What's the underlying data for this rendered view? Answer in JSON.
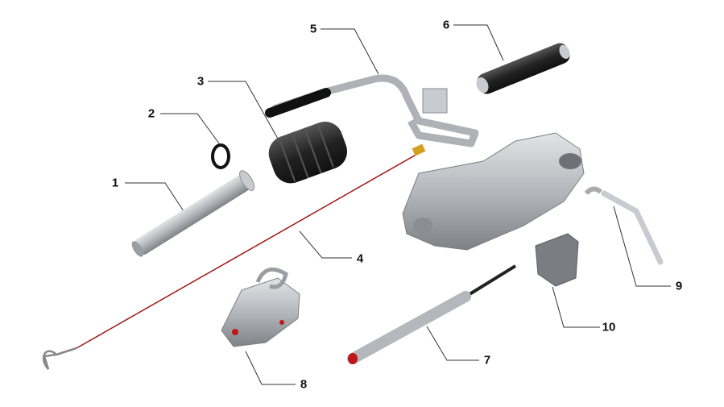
{
  "diagram": {
    "callouts": [
      {
        "label": "1",
        "part": "pin"
      },
      {
        "label": "2",
        "part": "o-ring"
      },
      {
        "label": "3",
        "part": "bellows"
      },
      {
        "label": "4",
        "part": "breakaway-cable"
      },
      {
        "label": "5",
        "part": "handbrake-lever"
      },
      {
        "label": "6",
        "part": "damper"
      },
      {
        "label": "7",
        "part": "push-rod"
      },
      {
        "label": "8",
        "part": "coupling-head"
      },
      {
        "label": "9",
        "part": "bent-rod"
      },
      {
        "label": "10",
        "part": "cover"
      }
    ],
    "colors": {
      "cable": "#a01818",
      "part_gray": "#a8acb0",
      "rubber": "#2a2a2a",
      "lines": "#333333"
    }
  }
}
